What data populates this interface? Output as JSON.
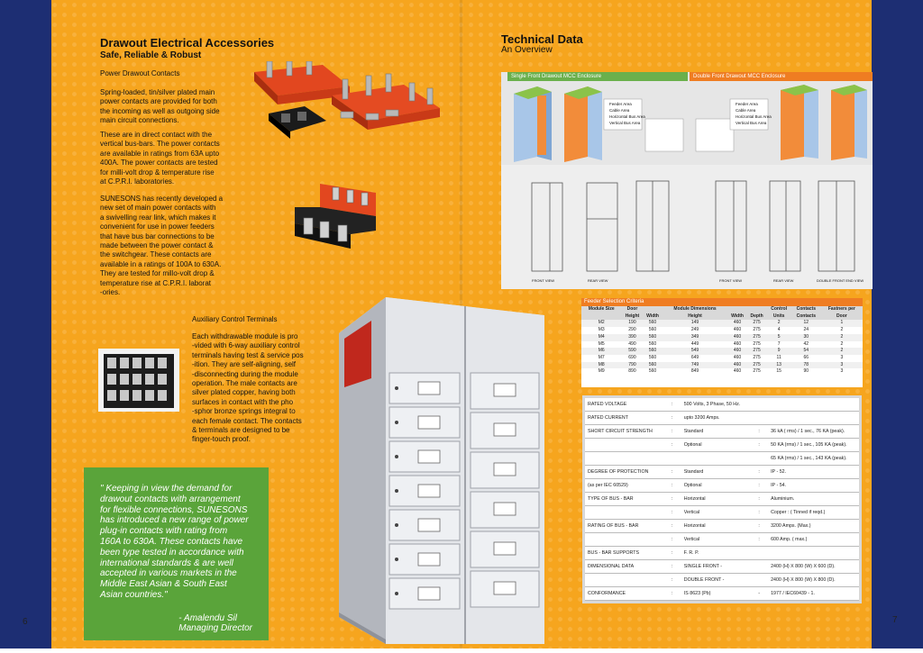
{
  "page_left": {
    "title": "Drawout Electrical Accessories",
    "subtitle": "Safe, Reliable & Robust",
    "section1_heading": "Power Drawout Contacts",
    "para1": [
      "Spring-loaded, tin/silver plated main",
      "power contacts are provided for both",
      "the incoming as well as outgoing side",
      "main circuit connections."
    ],
    "para2": [
      "These are in direct contact with the",
      "vertical bus-bars. The power contacts",
      "are available in ratings from 63A upto",
      "400A. The power contacts are tested",
      "for milli-volt drop & temperature rise",
      "at C.P.R.I. laboratories."
    ],
    "para3": [
      "SUNESONS has recently developed a",
      "new set of main power contacts with",
      "a swivelling rear link, which makes it",
      "convenient for use in power feeders",
      "that have bus bar connections to be",
      "made between the power contact &",
      "the switchgear. These contacts are",
      "available in a ratings of 100A to 630A.",
      "They are tested for millo-volt drop &",
      "temperature rise at C.P.R.I. laborat",
      "-ories."
    ],
    "section2_heading": "Auxiliary Control Terminals",
    "para4": [
      "Each withdrawable module is pro",
      "-vided with 6-way auxiliary control",
      "terminals having test & service pos",
      "-ition. They are self-aligning, self",
      "-disconnecting during the module",
      "operation. The male contacts are",
      "silver plated copper, having both",
      "surfaces in contact with the pho",
      "-sphor bronze springs integral to",
      "each female contact. The contacts",
      "& terminals are designed to be",
      "finger-touch proof."
    ],
    "quote_lines": [
      "\" Keeping in view the demand for",
      "drawout contacts with arrangement",
      "for flexible connections, SUNESONS",
      "has introduced a new range of power",
      "plug-in contacts with rating from",
      "160A to 630A. These contacts have",
      "been type tested in accordance with",
      "international standards & are well",
      "accepted in various markets in the",
      "Middle East Asian & South East",
      "Asian countries.\""
    ],
    "quote_author": "- Amalendu Sil",
    "quote_role": "Managing Director",
    "page_number": "6"
  },
  "page_right": {
    "title": "Technical Data",
    "subtitle": "An Overview",
    "bar_single": "Single Front Drawout MCC Enclosure",
    "bar_double": "Double Front Drawout MCC Enclosure",
    "legend": [
      "Feeder Area",
      "Cable Area",
      "Horizontal Bus Area",
      "Vertical Bus Area"
    ],
    "view_labels": [
      "FRONT VIEW",
      "REAR VIEW",
      "FRONT VIEW",
      "REAR VIEW",
      "DOUBLE FRONT END VIEW"
    ],
    "feeder_title": "Feeder Selection Criteria",
    "feeder_header1": [
      "Module Size",
      "Door",
      "",
      "Module Dimensions",
      "",
      "",
      "Control",
      "Contacts",
      "Fastners per"
    ],
    "feeder_header2": [
      "",
      "Height",
      "Width",
      "Height",
      "Width",
      "Depth",
      "Units",
      "Contacts",
      "Door"
    ],
    "feeder_rows": [
      [
        "M2",
        "190",
        "560",
        "149",
        "460",
        "275",
        "2",
        "12",
        "1"
      ],
      [
        "M3",
        "290",
        "560",
        "249",
        "460",
        "275",
        "4",
        "24",
        "2"
      ],
      [
        "M4",
        "390",
        "560",
        "349",
        "460",
        "275",
        "5",
        "30",
        "2"
      ],
      [
        "M5",
        "490",
        "560",
        "449",
        "460",
        "275",
        "7",
        "42",
        "2"
      ],
      [
        "M6",
        "590",
        "560",
        "549",
        "460",
        "275",
        "9",
        "54",
        "2"
      ],
      [
        "M7",
        "690",
        "560",
        "649",
        "460",
        "275",
        "11",
        "66",
        "3"
      ],
      [
        "M8",
        "790",
        "560",
        "749",
        "460",
        "275",
        "13",
        "78",
        "3"
      ],
      [
        "M9",
        "890",
        "560",
        "849",
        "460",
        "275",
        "15",
        "90",
        "3"
      ]
    ],
    "spec_rows": [
      [
        "RATED VOLTAGE",
        ":",
        "500 Volts, 3 Phase, 50 Hz.",
        "",
        ""
      ],
      [
        "RATED CURRENT",
        ":",
        "upto 3200 Amps.",
        "",
        ""
      ],
      [
        "SHORT CIRCUIT STRENGTH",
        ":",
        "Standard",
        ":",
        "36 kA ( rms) / 1 sec., 76 KA (peak)."
      ],
      [
        "",
        ":",
        "Optional",
        ":",
        "50 KA (rms) / 1 sec., 105 KA (peak)."
      ],
      [
        "",
        "",
        "",
        "",
        "65 KA (rms) / 1 sec., 143 KA (peak)."
      ],
      [
        "DEGREE OF PROTECTION",
        ":",
        "Standard",
        ":",
        "IP - 52."
      ],
      [
        "(as per IEC 60529)",
        ":",
        "Optional",
        ":",
        "IP - 54."
      ],
      [
        "TYPE OF BUS - BAR",
        ":",
        "Horizontal",
        ":",
        "Aluminium."
      ],
      [
        "",
        ":",
        "Vertical",
        ":",
        "Copper : ( Tinned if reqd.)"
      ],
      [
        "RATING OF BUS - BAR",
        ":",
        "Horizontal",
        ":",
        "3200 Amps. (Max.)"
      ],
      [
        "",
        ":",
        "Vertical",
        ":",
        "600 Amp. ( max.)"
      ],
      [
        "BUS - BAR SUPPORTS",
        ":",
        "F. R. P.",
        "",
        ""
      ],
      [
        "DIMENSIONAL DATA",
        ":",
        "SINGLE FRONT -",
        "",
        "2400 (H) X 800 (W) X 600 (D)."
      ],
      [
        "",
        ":",
        "DOUBLE FRONT -",
        "",
        "2400 (H) X 800 (W) X 800 (D)."
      ],
      [
        "CONFORMANCE",
        ":",
        "IS 8623 (Pb)",
        "-",
        "1977 / IEC60439 - 1."
      ]
    ],
    "page_number": "7"
  },
  "colors": {
    "background": "#f6a51e",
    "navy": "#1d2e73",
    "green": "#5aa43a",
    "orange_bar": "#ef7d22"
  }
}
